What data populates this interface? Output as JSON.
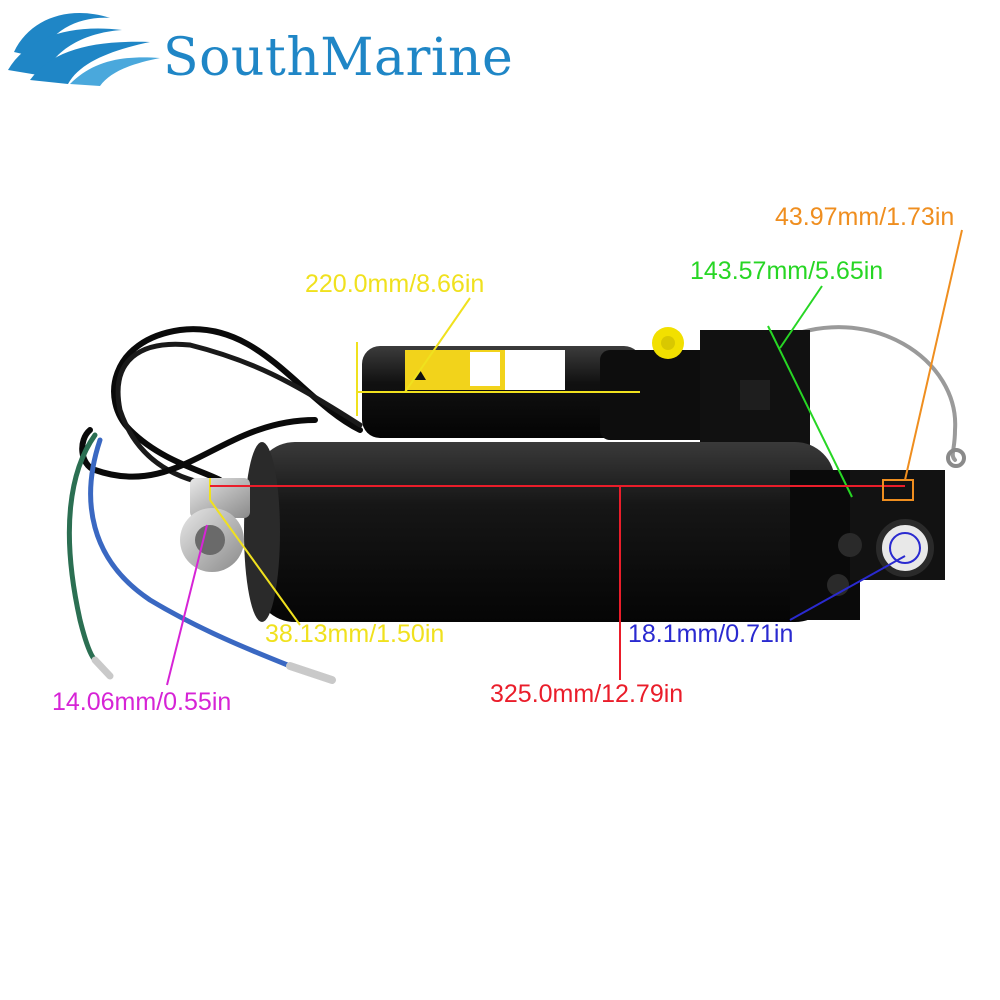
{
  "brand": {
    "name": "SouthMarine"
  },
  "measurements": {
    "motor_length": "220.0mm/8.66in",
    "bracket_height": "143.57mm/5.65in",
    "bracket_width": "43.97mm/1.73in",
    "rod_end_diameter": "38.13mm/1.50in",
    "mount_hole_diameter": "18.1mm/0.71in",
    "overall_length": "325.0mm/12.79in",
    "rod_hole_diameter": "14.06mm/0.55in"
  },
  "colors": {
    "brand": "#1f86c6",
    "yellow_dim": "#f0e11e",
    "green_dim": "#27d624",
    "orange_dim": "#ef8e1f",
    "blue_dim": "#2a2ad0",
    "red_dim": "#ea1d2a",
    "magenta_dim": "#d624d6"
  }
}
